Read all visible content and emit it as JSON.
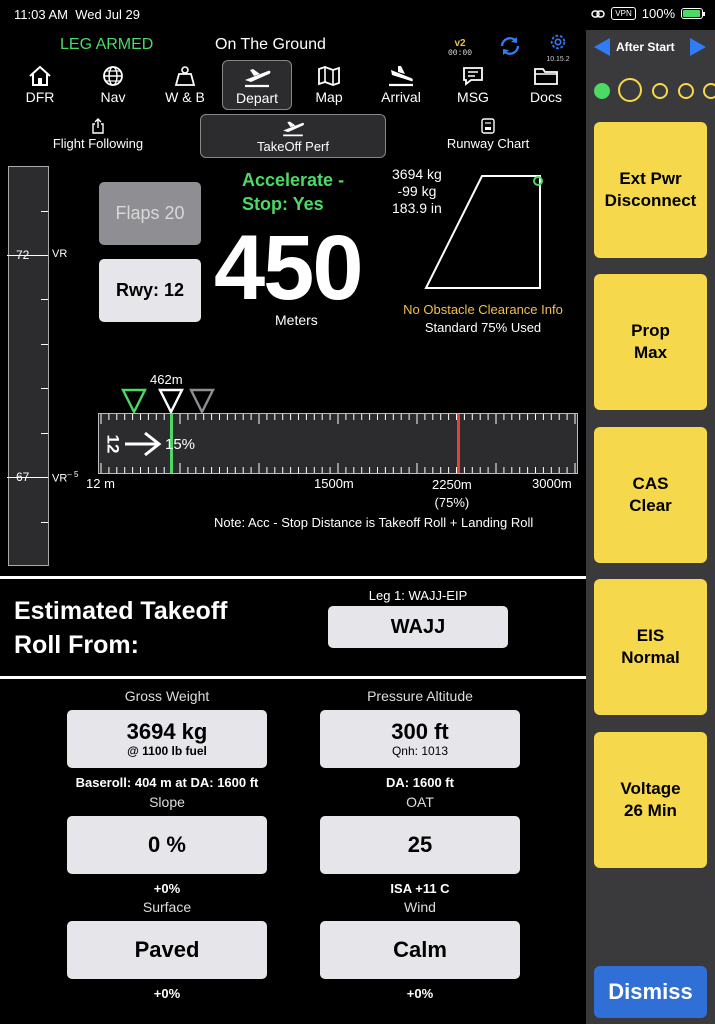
{
  "status_bar": {
    "time": "11:03 AM",
    "date": "Wed Jul 29",
    "vpn": "VPN",
    "battery": "100%"
  },
  "header": {
    "leg_status": "LEG ARMED",
    "ground_status": "On The Ground",
    "version_label": "v2",
    "version_time": "00:00",
    "gear_version": "10.15.2",
    "icons": [
      "sync-icon",
      "gear-icon"
    ]
  },
  "nav": [
    {
      "label": "DFR",
      "icon": "house-icon"
    },
    {
      "label": "Nav",
      "icon": "globe-icon"
    },
    {
      "label": "W & B",
      "icon": "weight-icon"
    },
    {
      "label": "Depart",
      "icon": "takeoff-icon",
      "active": true
    },
    {
      "label": "Map",
      "icon": "map-icon"
    },
    {
      "label": "Arrival",
      "icon": "landing-icon"
    },
    {
      "label": "MSG",
      "icon": "message-icon"
    },
    {
      "label": "Docs",
      "icon": "folder-icon"
    }
  ],
  "subtabs": [
    {
      "label": "Flight Following",
      "icon": "share-icon"
    },
    {
      "label": "TakeOff Perf",
      "icon": "takeoff-icon",
      "active": true
    },
    {
      "label": "Runway Chart",
      "icon": "chart-icon"
    }
  ],
  "tape": {
    "top_value": "72",
    "top_tag": "VR",
    "bottom_value": "67",
    "bottom_tag": "VR",
    "bottom_sup": "– 5"
  },
  "takeoff": {
    "flaps": "Flaps 20",
    "runway": "Rwy: 12",
    "accel_line1": "Accelerate -",
    "accel_line2": "Stop: Yes",
    "distance": "450",
    "distance_unit": "Meters",
    "weight": "3694 kg",
    "weight_delta": "-99 kg",
    "cg": "183.9 in",
    "obstacle": "No Obstacle Clearance Info",
    "standard": "Standard 75% Used"
  },
  "runway_bar": {
    "marker_label": "462m",
    "runway_number": "12",
    "percent": "15%",
    "scale_start": "12 m",
    "scale_mid": "1500m",
    "scale_75": "2250m",
    "scale_75_pct": "(75%)",
    "scale_end": "3000m",
    "note": "Note: Acc - Stop Distance is Takeoff Roll + Landing Roll",
    "green_fraction": 0.15,
    "red_fraction": 0.75,
    "colors": {
      "green": "#4cd964",
      "red": "#e0443e"
    }
  },
  "estimate": {
    "title_line1": "Estimated Takeoff",
    "title_line2": "Roll From:",
    "leg_label": "Leg 1: WAJJ-EIP",
    "airport": "WAJJ"
  },
  "fields": {
    "gross_weight": {
      "caption": "Gross Weight",
      "value": "3694 kg",
      "sub": "@ 1100 lb fuel",
      "note": "Baseroll: 404 m at DA: 1600 ft"
    },
    "pressure_altitude": {
      "caption": "Pressure Altitude",
      "value": "300 ft",
      "sub": "Qnh: 1013",
      "note": "DA: 1600 ft"
    },
    "slope": {
      "caption": "Slope",
      "value": "0 %",
      "note": "+0%"
    },
    "oat": {
      "caption": "OAT",
      "value": "25",
      "note": "ISA +11 C"
    },
    "surface": {
      "caption": "Surface",
      "value": "Paved",
      "note": "+0%"
    },
    "wind": {
      "caption": "Wind",
      "value": "Calm",
      "note": "+0%"
    }
  },
  "checklist": {
    "title": "After Start",
    "items": [
      "Ext Pwr\nDisconnect",
      "Prop\nMax",
      "CAS\nClear",
      "EIS\nNormal",
      "Voltage\n26 Min"
    ],
    "dismiss": "Dismiss",
    "colors": {
      "card": "#f6d84c",
      "accent": "#2f7cf6"
    }
  }
}
